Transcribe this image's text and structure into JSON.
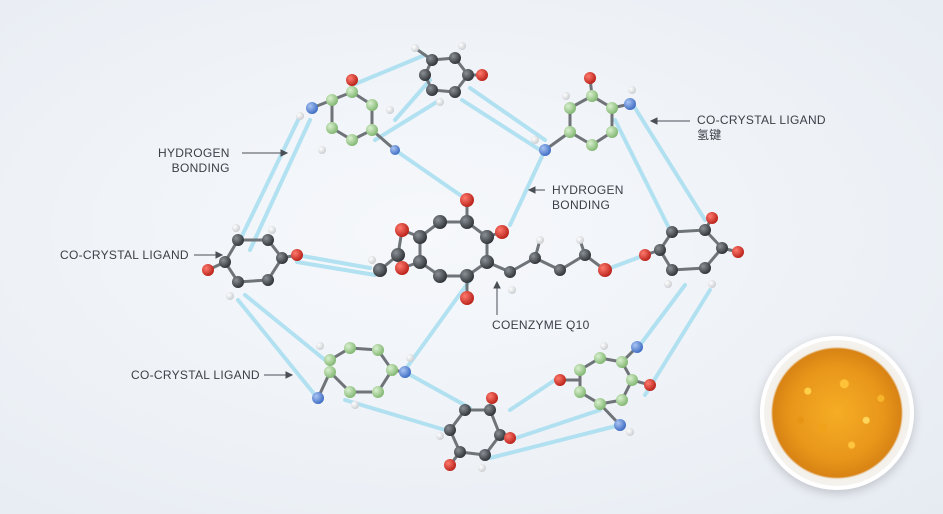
{
  "labels": {
    "hydrogen_bonding_left": [
      "HYDROGEN",
      "BONDING"
    ],
    "co_crystal_ligand_top_right": "CO-CRYSTAL LIGAND",
    "co_crystal_ligand_top_right_cn": "氢键",
    "hydrogen_bonding_center": [
      "HYDROGEN",
      "BONDING"
    ],
    "co_crystal_ligand_left": "CO-CRYSTAL LIGAND",
    "coenzyme_q10": "COENZYME Q10",
    "co_crystal_ligand_bottom_left": "CO-CRYSTAL LIGAND"
  },
  "colors": {
    "carbon": "#3f4448",
    "oxygen": "#d9342b",
    "nitrogen": "#4f7fd4",
    "hydrogen": "#f3f3f3",
    "ring_green": "#9ecf8f",
    "hbond": "#9fdcec",
    "crystal": "#f0a21a"
  }
}
